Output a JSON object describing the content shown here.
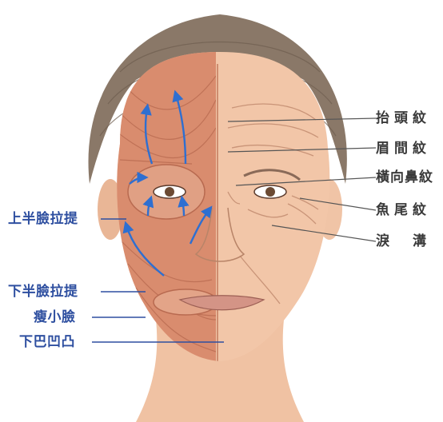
{
  "colors": {
    "left_label": "#2e4fa0",
    "right_label": "#3a3a3a",
    "hair": "#8a7868",
    "skin": "#f2c6a8",
    "muscle": "#d98c6e",
    "arrow": "#2e6fd1"
  },
  "right_labels": [
    {
      "id": "forehead-wrinkles",
      "text": "抬頭紋"
    },
    {
      "id": "frown-lines",
      "text": "眉間紋"
    },
    {
      "id": "bunny-lines",
      "text": "橫向鼻紋"
    },
    {
      "id": "crows-feet",
      "text": "魚尾紋"
    },
    {
      "id": "tear-trough",
      "text": "淚　溝"
    }
  ],
  "left_labels": [
    {
      "id": "upper-face-lift",
      "text": "上半臉拉提"
    },
    {
      "id": "lower-face-lift",
      "text": "下半臉拉提"
    },
    {
      "id": "face-slimming",
      "text": "瘦小臉"
    },
    {
      "id": "chin-dimple",
      "text": "下巴凹凸"
    }
  ],
  "icons": {
    "lift_arrows": "arrow-up-icon"
  }
}
